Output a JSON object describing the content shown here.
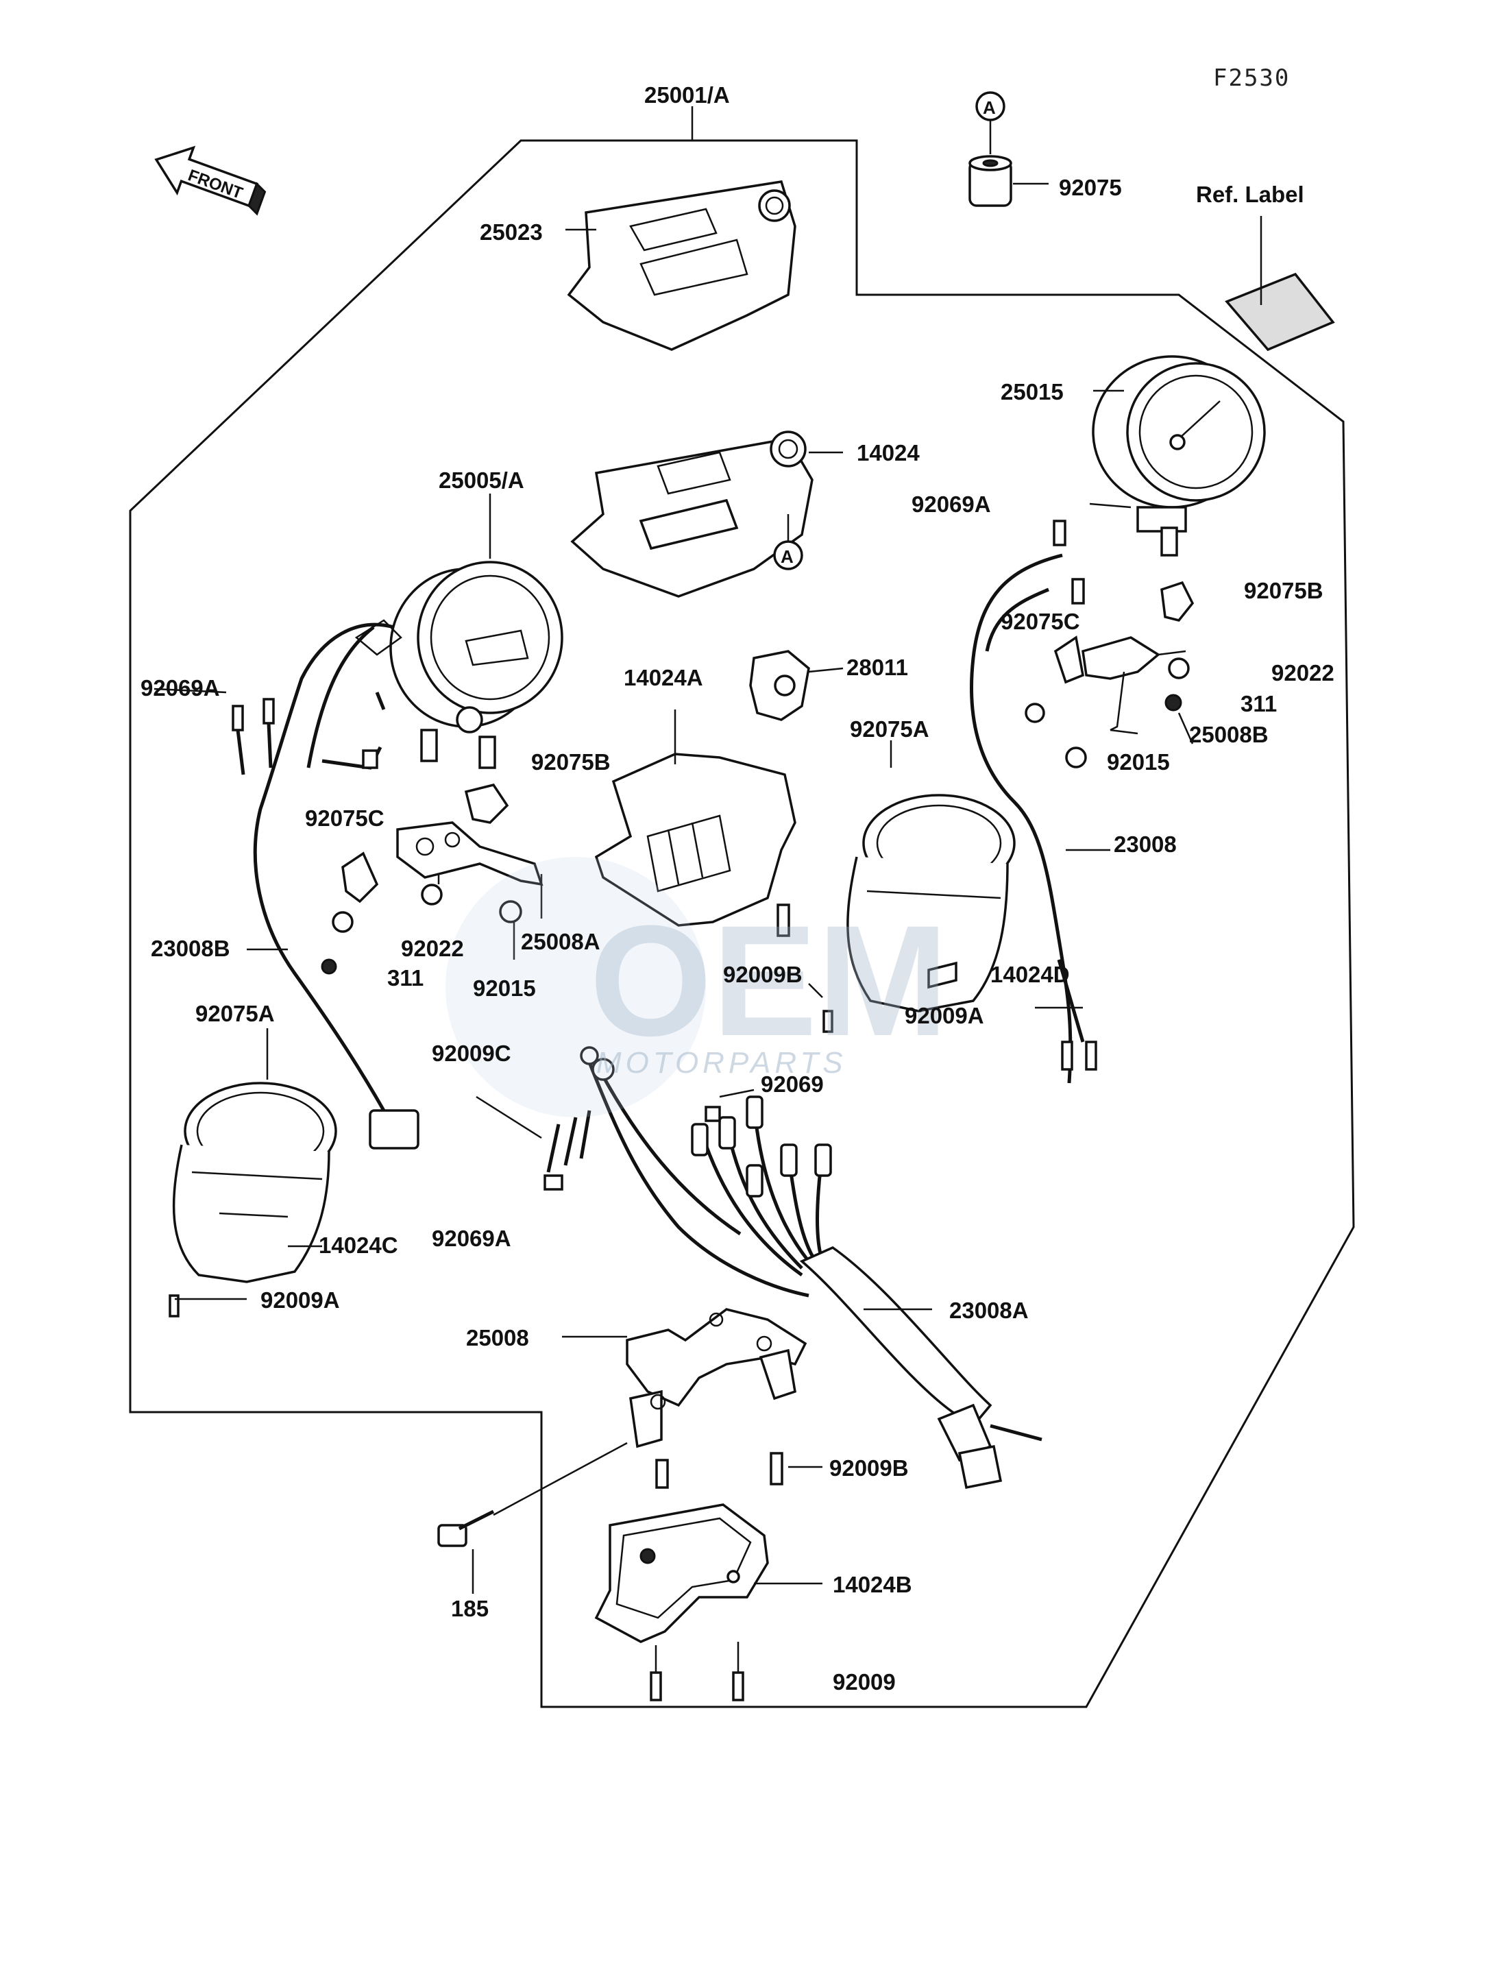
{
  "diagram": {
    "drawing_code": "F2530",
    "front_arrow_label": "FRONT",
    "ref_label_text": "Ref. Label",
    "marker_letter": "A",
    "watermark": {
      "main": "OEM",
      "sub": "MOTORPARTS"
    },
    "labels": [
      "25001/A",
      "92075",
      "25023",
      "25015",
      "14024",
      "92069A",
      "25005/A",
      "92075B",
      "92075C",
      "92022",
      "28011",
      "14024A",
      "311",
      "92069A",
      "25008B",
      "92075A",
      "92015",
      "92075B",
      "92075C",
      "23008",
      "25008A",
      "92022",
      "23008B",
      "311",
      "92015",
      "92009B",
      "14024D",
      "92075A",
      "92009A",
      "92009C",
      "92069",
      "92069A",
      "14024C",
      "92009A",
      "23008A",
      "25008",
      "92009B",
      "14024B",
      "185",
      "92009"
    ]
  }
}
